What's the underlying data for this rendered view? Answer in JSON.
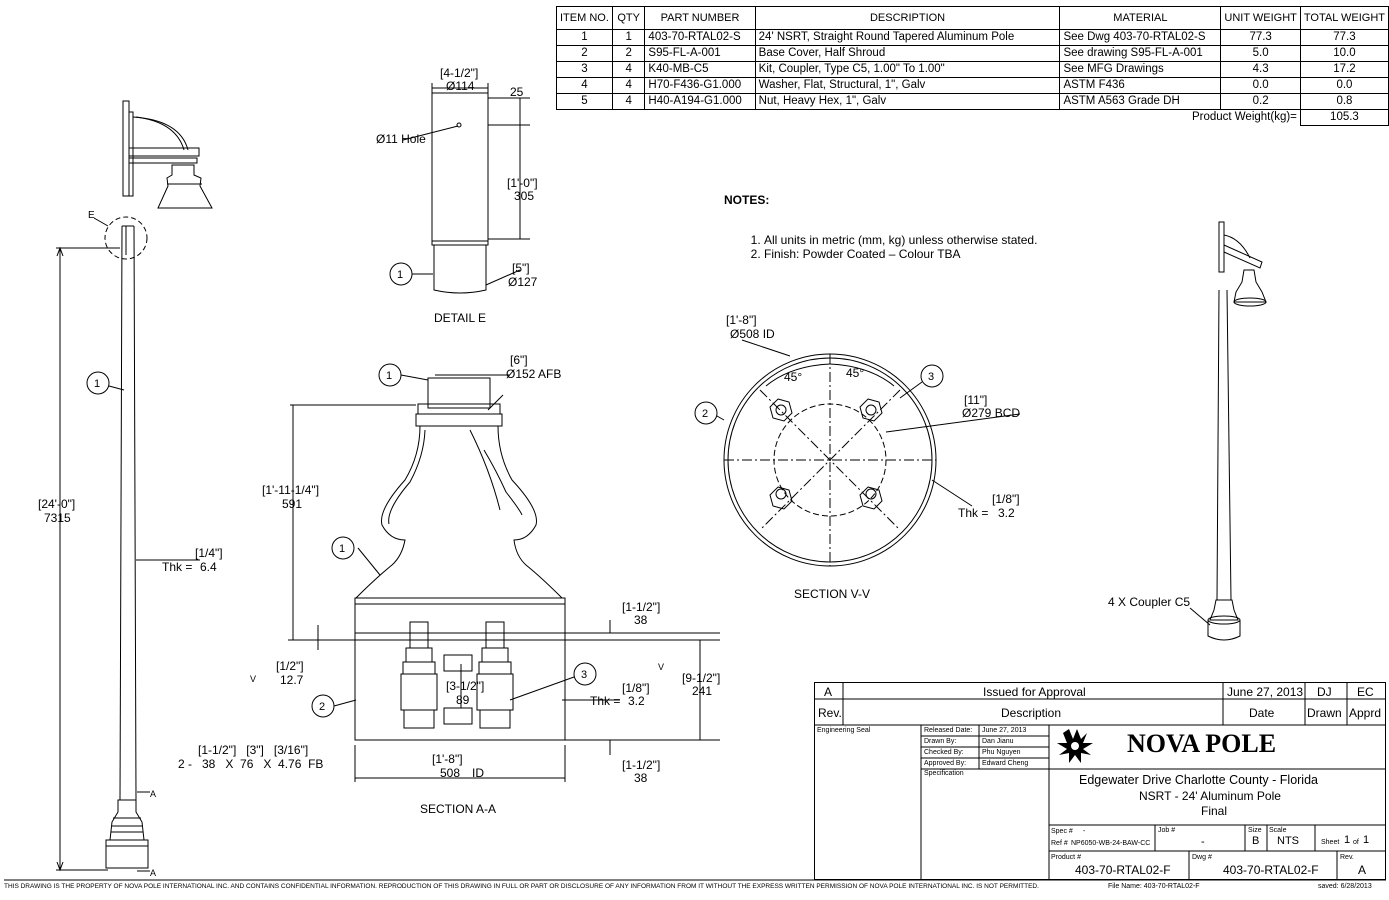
{
  "bom": {
    "headers": {
      "item": "ITEM NO.",
      "qty": "QTY",
      "part": "PART NUMBER",
      "desc": "DESCRIPTION",
      "material": "MATERIAL",
      "unit_weight": "UNIT WEIGHT",
      "total_weight": "TOTAL WEIGHT"
    },
    "rows": [
      {
        "item": "1",
        "qty": "1",
        "part": "403-70-RTAL02-S",
        "desc": "24' NSRT, Straight Round Tapered Aluminum Pole",
        "material": "See Dwg 403-70-RTAL02-S",
        "unit": "77.3",
        "total": "77.3"
      },
      {
        "item": "2",
        "qty": "2",
        "part": "S95-FL-A-001",
        "desc": "Base Cover, Half Shroud",
        "material": "See drawing S95-FL-A-001",
        "unit": "5.0",
        "total": "10.0"
      },
      {
        "item": "3",
        "qty": "4",
        "part": "K40-MB-C5",
        "desc": "Kit, Coupler, Type C5, 1.00\" To 1.00\"",
        "material": "See MFG Drawings",
        "unit": "4.3",
        "total": "17.2"
      },
      {
        "item": "4",
        "qty": "4",
        "part": "H70-F436-G1.000",
        "desc": "Washer, Flat, Structural, 1\", Galv",
        "material": "ASTM F436",
        "unit": "0.0",
        "total": "0.0"
      },
      {
        "item": "5",
        "qty": "4",
        "part": "H40-A194-G1.000",
        "desc": "Nut, Heavy Hex, 1\", Galv",
        "material": "ASTM A563 Grade DH",
        "unit": "0.2",
        "total": "0.8"
      }
    ],
    "product_weight_label": "Product Weight(kg)=",
    "product_weight": "105.3"
  },
  "notes": {
    "title": "NOTES:",
    "items": [
      "All units in metric (mm, kg) unless otherwise stated.",
      "Finish: Powder Coated – Colour TBA"
    ]
  },
  "drawing": {
    "detail_e": {
      "title": "DETAIL E",
      "dia_top_in": "[4-1/2\"]",
      "dia_top_mm": "Ø114",
      "offset": "25",
      "hole": "Ø11 Hole",
      "len_in": "[1'-0\"]",
      "len_mm": "305",
      "dia_bot_in": "[5\"]",
      "dia_bot_mm": "Ø127",
      "balloon": "1"
    },
    "elevation": {
      "detail_label": "E",
      "height_in": "[24'-0\"]",
      "height_mm": "7315",
      "thk_label": "Thk =",
      "thk_in": "[1/4\"]",
      "thk_mm": "6.4",
      "balloon": "1",
      "section_mark": "A"
    },
    "section_aa": {
      "title": "SECTION A-A",
      "top_dia_in": "[6\"]",
      "top_dia_mm": "Ø152 AFB",
      "height_in": "[1'-11-1/4\"]",
      "height_mm": "591",
      "base_in": "[1'-8\"]",
      "base_mm": "508",
      "base_unit": "ID",
      "h1_in": "[1-1/2\"]",
      "h1_mm": "38",
      "h2_in": "[9-1/2\"]",
      "h2_mm": "241",
      "h3_in": "[1-1/2\"]",
      "h3_mm": "38",
      "half_in": "[1/2\"]",
      "half_mm": "12.7",
      "mid_in": "[3-1/2\"]",
      "mid_mm": "89",
      "thk_label": "Thk =",
      "thk_in": "[1/8\"]",
      "thk_mm": "3.2",
      "fb_in": "[1-1/2\"]   [3\"]   [3/16\"]",
      "fb_mm": "2 -   38   X  76   X  4.76  FB",
      "view_mark": "V",
      "balloons": [
        "1",
        "1",
        "2",
        "3"
      ]
    },
    "section_vv": {
      "title": "SECTION V-V",
      "id_in": "[1'-8\"]",
      "id_mm": "Ø508 ID",
      "angle1": "45°",
      "angle2": "45°",
      "bcd_in": "[11\"]",
      "bcd_mm": "Ø279 BCD",
      "thk_label": "Thk =",
      "thk_in": "[1/8\"]",
      "thk_mm": "3.2",
      "balloons": [
        "2",
        "3"
      ]
    },
    "iso": {
      "coupler_label": "4 X Coupler C5"
    }
  },
  "title_block": {
    "rev_row": {
      "rev": "A",
      "desc": "Issued for Approval",
      "date": "June 27, 2013",
      "drawn": "DJ",
      "appr": "EC"
    },
    "rev_head": {
      "rev": "Rev.",
      "desc": "Description",
      "date": "Date",
      "drawn": "Drawn",
      "appr": "Apprd"
    },
    "eng_seal": "Engineering Seal",
    "released_label": "Released Date:",
    "released": "June 27, 2013",
    "drawn_label": "Drawn By:",
    "drawn": "Dan Jianu",
    "checked_label": "Checked By:",
    "checked": "Phu Nguyen",
    "approved_label": "Approved By:",
    "approved": "Edward Cheng",
    "spec_label": "Specification",
    "company": "NOVA POLE",
    "project_line1": "Edgewater Drive Charlotte County - Florida",
    "project_line2": "NSRT - 24' Aluminum Pole",
    "project_line3": "Final",
    "spec_no_label": "Spec #",
    "spec_no": "-",
    "job_label": "Job #",
    "job": "-",
    "size_label": "Size",
    "size": "B",
    "scale_label": "Scale",
    "scale": "NTS",
    "sheet_label": "Sheet",
    "sheet": "1",
    "of_label": "of",
    "sheets": "1",
    "ref_label": "Ref #",
    "ref": "NP6050-WB-24-BAW-CC",
    "product_label": "Product #",
    "product": "403-70-RTAL02-F",
    "dwg_label": "Dwg #",
    "dwg": "403-70-RTAL02-F",
    "rev_label": "Rev.",
    "rev": "A"
  },
  "footer": {
    "notice": "THIS DRAWING IS THE PROPERTY OF NOVA POLE INTERNATIONAL INC. AND CONTAINS CONFIDENTIAL INFORMATION.   REPRODUCTION OF THIS DRAWING IN FULL OR PART OR DISCLOSURE OF ANY INFORMATION FROM IT WITHOUT THE EXPRESS WRITTEN PERMISSION OF NOVA POLE INTERNATIONAL INC. IS NOT PERMITTED.",
    "file_name": "File Name: 403-70-RTAL02-F",
    "saved": "saved:  6/28/2013"
  }
}
